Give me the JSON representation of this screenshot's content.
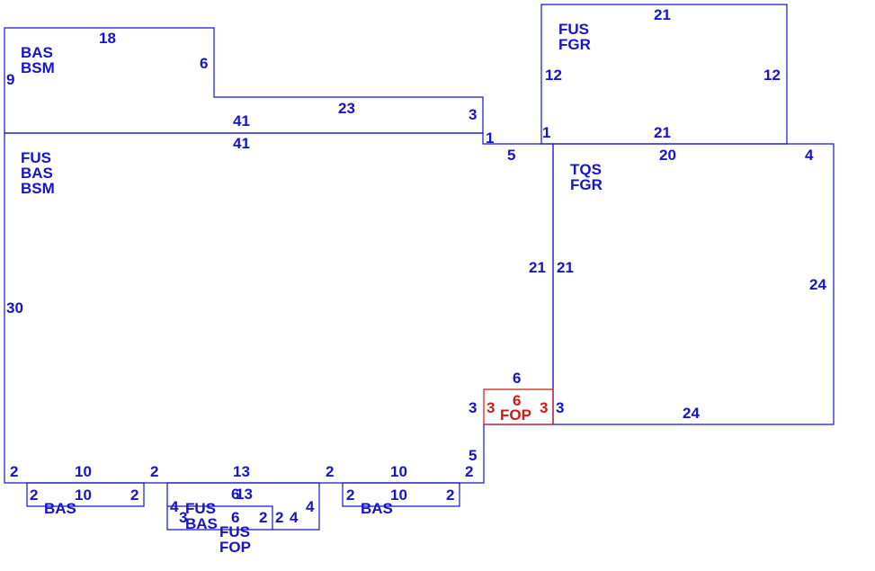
{
  "areas": [
    {
      "id": "bas-bsm-top",
      "codes": [
        "BAS",
        "BSM"
      ]
    },
    {
      "id": "fus-fgr",
      "codes": [
        "FUS",
        "FGR"
      ]
    },
    {
      "id": "fus-bas-bsm-main",
      "codes": [
        "FUS",
        "BAS",
        "BSM"
      ]
    },
    {
      "id": "tqs-fgr",
      "codes": [
        "TQS",
        "FGR"
      ]
    },
    {
      "id": "fop-porch",
      "codes": [
        "FOP"
      ]
    },
    {
      "id": "bas-left",
      "codes": [
        "BAS"
      ]
    },
    {
      "id": "bas-right",
      "codes": [
        "BAS"
      ]
    },
    {
      "id": "bottom-overlap",
      "codes": [
        "FUS",
        "BAS",
        "FUS",
        "FOP"
      ]
    }
  ],
  "dimensions": {
    "top_width": "18",
    "top_right": "6",
    "top_left": "9",
    "mid_width": "23",
    "mid_right": "3",
    "shared_top": "41",
    "shared_bottom": "41",
    "step_1a": "1",
    "step_1b": "1",
    "step_5": "5",
    "main_left": "30",
    "garage_top": "21",
    "garage_bottom": "21",
    "garage_left": "12",
    "garage_right": "12",
    "tqs_top": "20",
    "tqs_right_top": "4",
    "tqs_left": "21",
    "tqs_left_outer": "21",
    "tqs_right": "24",
    "tqs_bottom": "24",
    "tqs_step": "3",
    "fop_top_outer": "6",
    "fop_top": "6",
    "fop_left": "3",
    "fop_right": "3",
    "fop_left_outer": "3",
    "notch_5": "5",
    "bottom_2a": "2",
    "bottom_10a": "10",
    "bottom_2b": "2",
    "bottom_13": "13",
    "bottom_2c": "2",
    "bottom_10b": "10",
    "bottom_2d": "2",
    "bas_left_2a": "2",
    "bas_left_10": "10",
    "bas_left_2b": "2",
    "bump_13": "13",
    "bump_4a": "4",
    "bump_4b": "4",
    "inner_6a": "6",
    "inner_6b": "6",
    "inner_2a": "2",
    "inner_2b": "2",
    "inner_3": "3",
    "bas_right_2a": "2",
    "bas_right_10": "10",
    "bas_right_2b": "2"
  },
  "colors": {
    "outline": "#1414c8",
    "porch": "#d01818"
  }
}
